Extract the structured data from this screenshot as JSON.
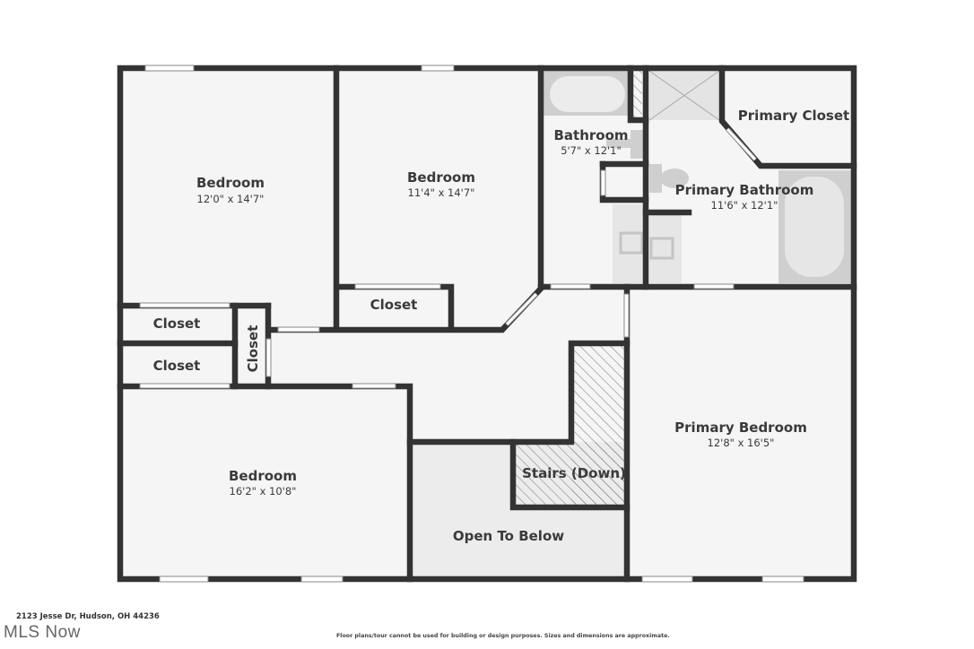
{
  "rooms": {
    "bedroom1": {
      "name": "Bedroom",
      "dims": "12'0\" x 14'7\""
    },
    "bedroom2": {
      "name": "Bedroom",
      "dims": "11'4\" x 14'7\""
    },
    "bathroom": {
      "name": "Bathroom",
      "dims": "5'7\" x 12'1\""
    },
    "primary_closet": {
      "name": "Primary Closet"
    },
    "primary_bathroom": {
      "name": "Primary Bathroom",
      "dims": "11'6\" x 12'1\""
    },
    "closet_a": {
      "name": "Closet"
    },
    "closet_b": {
      "name": "Closet"
    },
    "closet_c": {
      "name": "Closet"
    },
    "closet_d": {
      "name": "Closet"
    },
    "bedroom3": {
      "name": "Bedroom",
      "dims": "16'2\" x 10'8\""
    },
    "stairs": {
      "name": "Stairs (Down)"
    },
    "open_below": {
      "name": "Open To Below"
    },
    "primary_bedroom": {
      "name": "Primary Bedroom",
      "dims": "12'8\" x 16'5\""
    }
  },
  "footer": {
    "address": "2123 Jesse Dr, Hudson, OH 44236",
    "brand": "MLS Now",
    "disclaimer": "Floor plans/tour cannot be used for building or design purposes. Sizes and dimensions are approximate."
  },
  "colors": {
    "floor": "#f5f5f5",
    "wall": "#333333",
    "open_below": "#ececec"
  }
}
